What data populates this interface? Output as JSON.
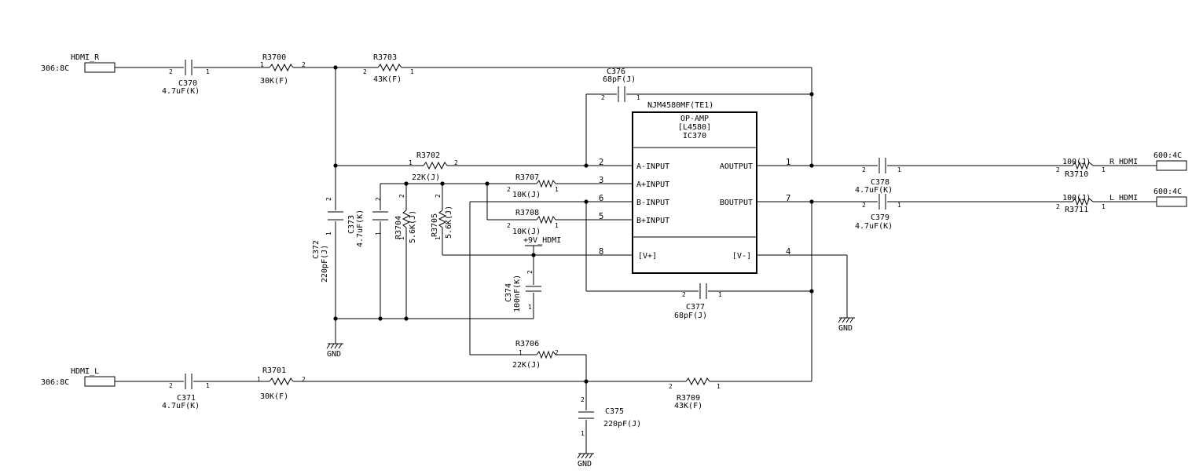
{
  "opamp": {
    "part": "NJM4580MF(TE1)",
    "type": "OP-AMP",
    "code": "[L4580]",
    "ref": "IC370",
    "pins": {
      "a_in_minus": "A-INPUT",
      "a_in_plus": "A+INPUT",
      "b_in_minus": "B-INPUT",
      "b_in_plus": "B+INPUT",
      "a_out": "AOUTPUT",
      "b_out": "BOUTPUT",
      "vplus": "[V+]",
      "vminus": "[V-]"
    },
    "pin_numbers": {
      "p2": "2",
      "p3": "3",
      "p6": "6",
      "p5": "5",
      "p8": "8",
      "p1": "1",
      "p7": "7",
      "p4": "4"
    }
  },
  "connectors": {
    "in_r": {
      "ref": "306:8C",
      "net": "HDMI_R"
    },
    "in_l": {
      "ref": "306:8C",
      "net": "HDMI_L"
    },
    "out_r": {
      "ref": "600:4C",
      "net": "R_HDMI"
    },
    "out_l": {
      "ref": "600:4C",
      "net": "L_HDMI"
    }
  },
  "power": {
    "vcc": "+9V_HDMI",
    "gnd": "GND"
  },
  "components": {
    "c370": {
      "ref": "C370",
      "value": "4.7uF(K)"
    },
    "c371": {
      "ref": "C371",
      "value": "4.7uF(K)"
    },
    "r3700": {
      "ref": "R3700",
      "value": "30K(F)"
    },
    "r3701": {
      "ref": "R3701",
      "value": "30K(F)"
    },
    "r3703": {
      "ref": "R3703",
      "value": "43K(F)"
    },
    "r3709": {
      "ref": "R3709",
      "value": "43K(F)"
    },
    "c376": {
      "ref": "C376",
      "value": "68pF(J)"
    },
    "c377": {
      "ref": "C377",
      "value": "68pF(J)"
    },
    "r3702": {
      "ref": "R3702",
      "value": "22K(J)"
    },
    "r3706": {
      "ref": "R3706",
      "value": "22K(J)"
    },
    "r3707": {
      "ref": "R3707",
      "value": "10K(J)"
    },
    "r3708": {
      "ref": "R3708",
      "value": "10K(J)"
    },
    "c372": {
      "ref": "C372",
      "value": "220pF(J)"
    },
    "c375": {
      "ref": "C375",
      "value": "220pF(J)"
    },
    "c373": {
      "ref": "C373",
      "value": "4.7uF(K)"
    },
    "r3704": {
      "ref": "R3704",
      "value": "5.6K(J)"
    },
    "r3705": {
      "ref": "R3705",
      "value": "5.6K(J)"
    },
    "c374": {
      "ref": "C374",
      "value": "100nF(K)"
    },
    "c378": {
      "ref": "C378",
      "value": "4.7uF(K)"
    },
    "c379": {
      "ref": "C379",
      "value": "4.7uF(K)"
    },
    "r3710": {
      "ref": "R3710",
      "value": "100(J)"
    },
    "r3711": {
      "ref": "R3711",
      "value": "100(J)"
    }
  },
  "pin_marks": {
    "one": "1",
    "two": "2"
  }
}
